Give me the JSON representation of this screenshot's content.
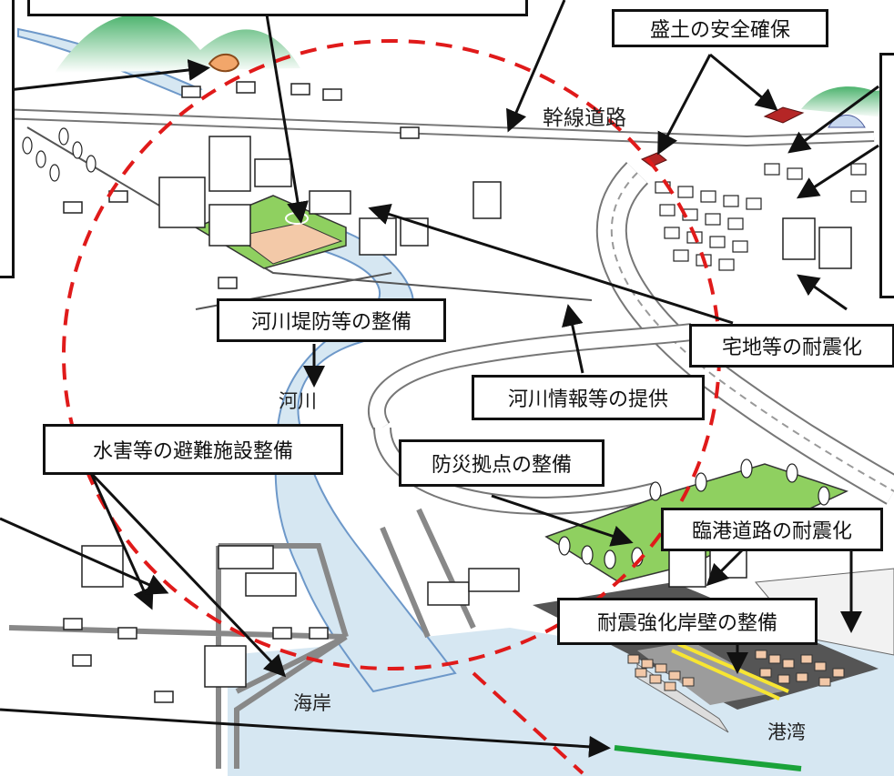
{
  "labels": {
    "morido": "盛土の安全確保",
    "kansen": "幹線道路",
    "kasen_teibo": "河川堤防等の整備",
    "takuchi": "宅地等の耐震化",
    "kasen": "河川",
    "kasen_joho": "河川情報等の提供",
    "suigai": "水害等の避難施設整備",
    "bousai": "防災拠点の整備",
    "rinko": "臨港道路の耐震化",
    "taishin": "耐震強化岸壁の整備",
    "kaigan": "海岸",
    "kowan": "港湾"
  },
  "colors": {
    "green_area": "#8fd060",
    "river": "#d6e7f2",
    "river_edge": "#6d98c9",
    "mountain": "#3aa66a",
    "red_dash": "#e01a1a",
    "quay": "#5a5a5a",
    "cargo": "#f2c8a8",
    "sea_line": "#1aa33a"
  }
}
